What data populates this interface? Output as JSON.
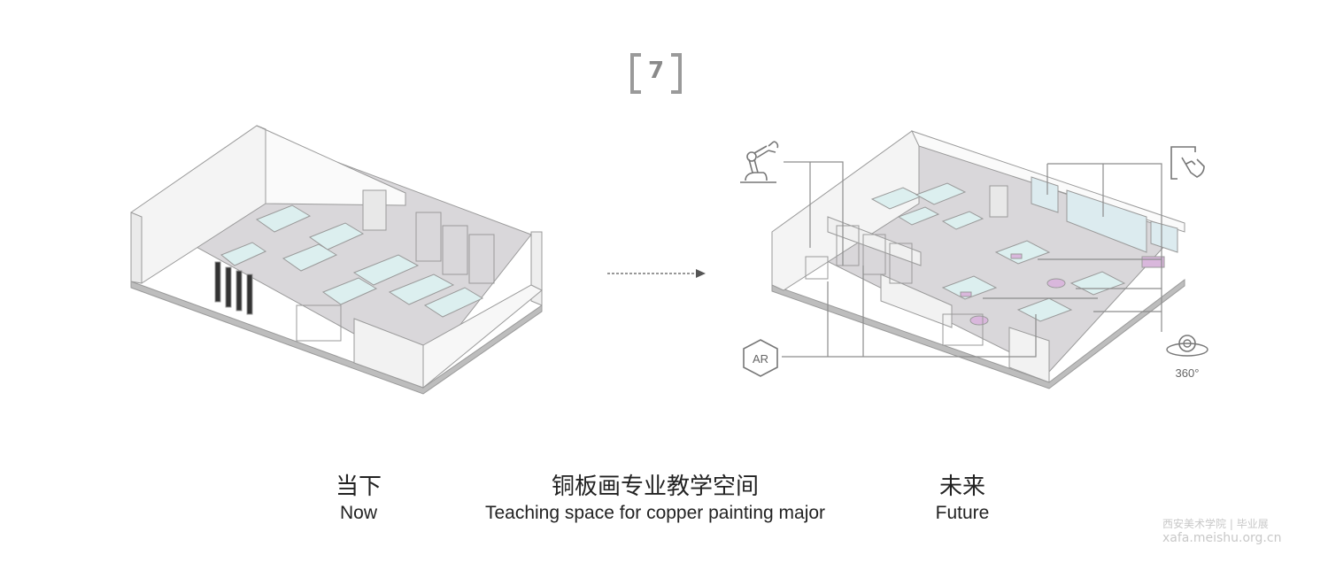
{
  "badge": {
    "number": "7"
  },
  "captions": {
    "now": {
      "zh": "当下",
      "en": "Now"
    },
    "title": {
      "zh": "铜板画专业教学空间",
      "en": "Teaching space for copper painting major"
    },
    "future": {
      "zh": "未来",
      "en": "Future"
    }
  },
  "icons": {
    "robot": "robot-arm-icon",
    "touch": "touch-screen-icon",
    "ar": "AR",
    "vr": "360°"
  },
  "watermark": {
    "school": "西安美术学院",
    "exhibit": "毕业展",
    "url": "xafa.meishu.org.cn"
  },
  "colors": {
    "floor": "#d9d7da",
    "wall": "#f7f7f7",
    "line": "#8c8c8c",
    "table": "#dcefef",
    "accent": "#d9b7dc"
  }
}
